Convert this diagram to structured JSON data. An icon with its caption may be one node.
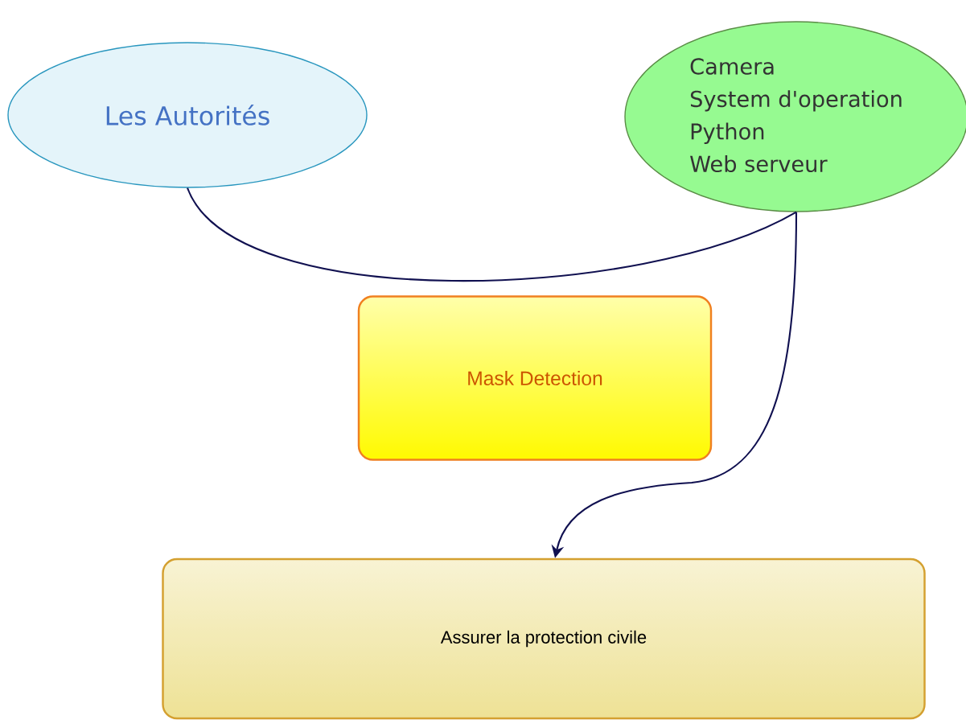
{
  "diagram": {
    "nodes": [
      {
        "text": [
          "Les Autorités"
        ]
      },
      {
        "text": [
          "Camera",
          "System d'operation",
          "Python",
          "Web serveur"
        ]
      },
      {
        "text": [
          "Mask Detection"
        ]
      },
      {
        "text": [
          "Assurer la protection civile"
        ]
      }
    ],
    "edges": [
      {
        "from": 0,
        "to": 1,
        "arrow": "none"
      },
      {
        "from": 1,
        "to": 3,
        "arrow": "to"
      }
    ]
  }
}
